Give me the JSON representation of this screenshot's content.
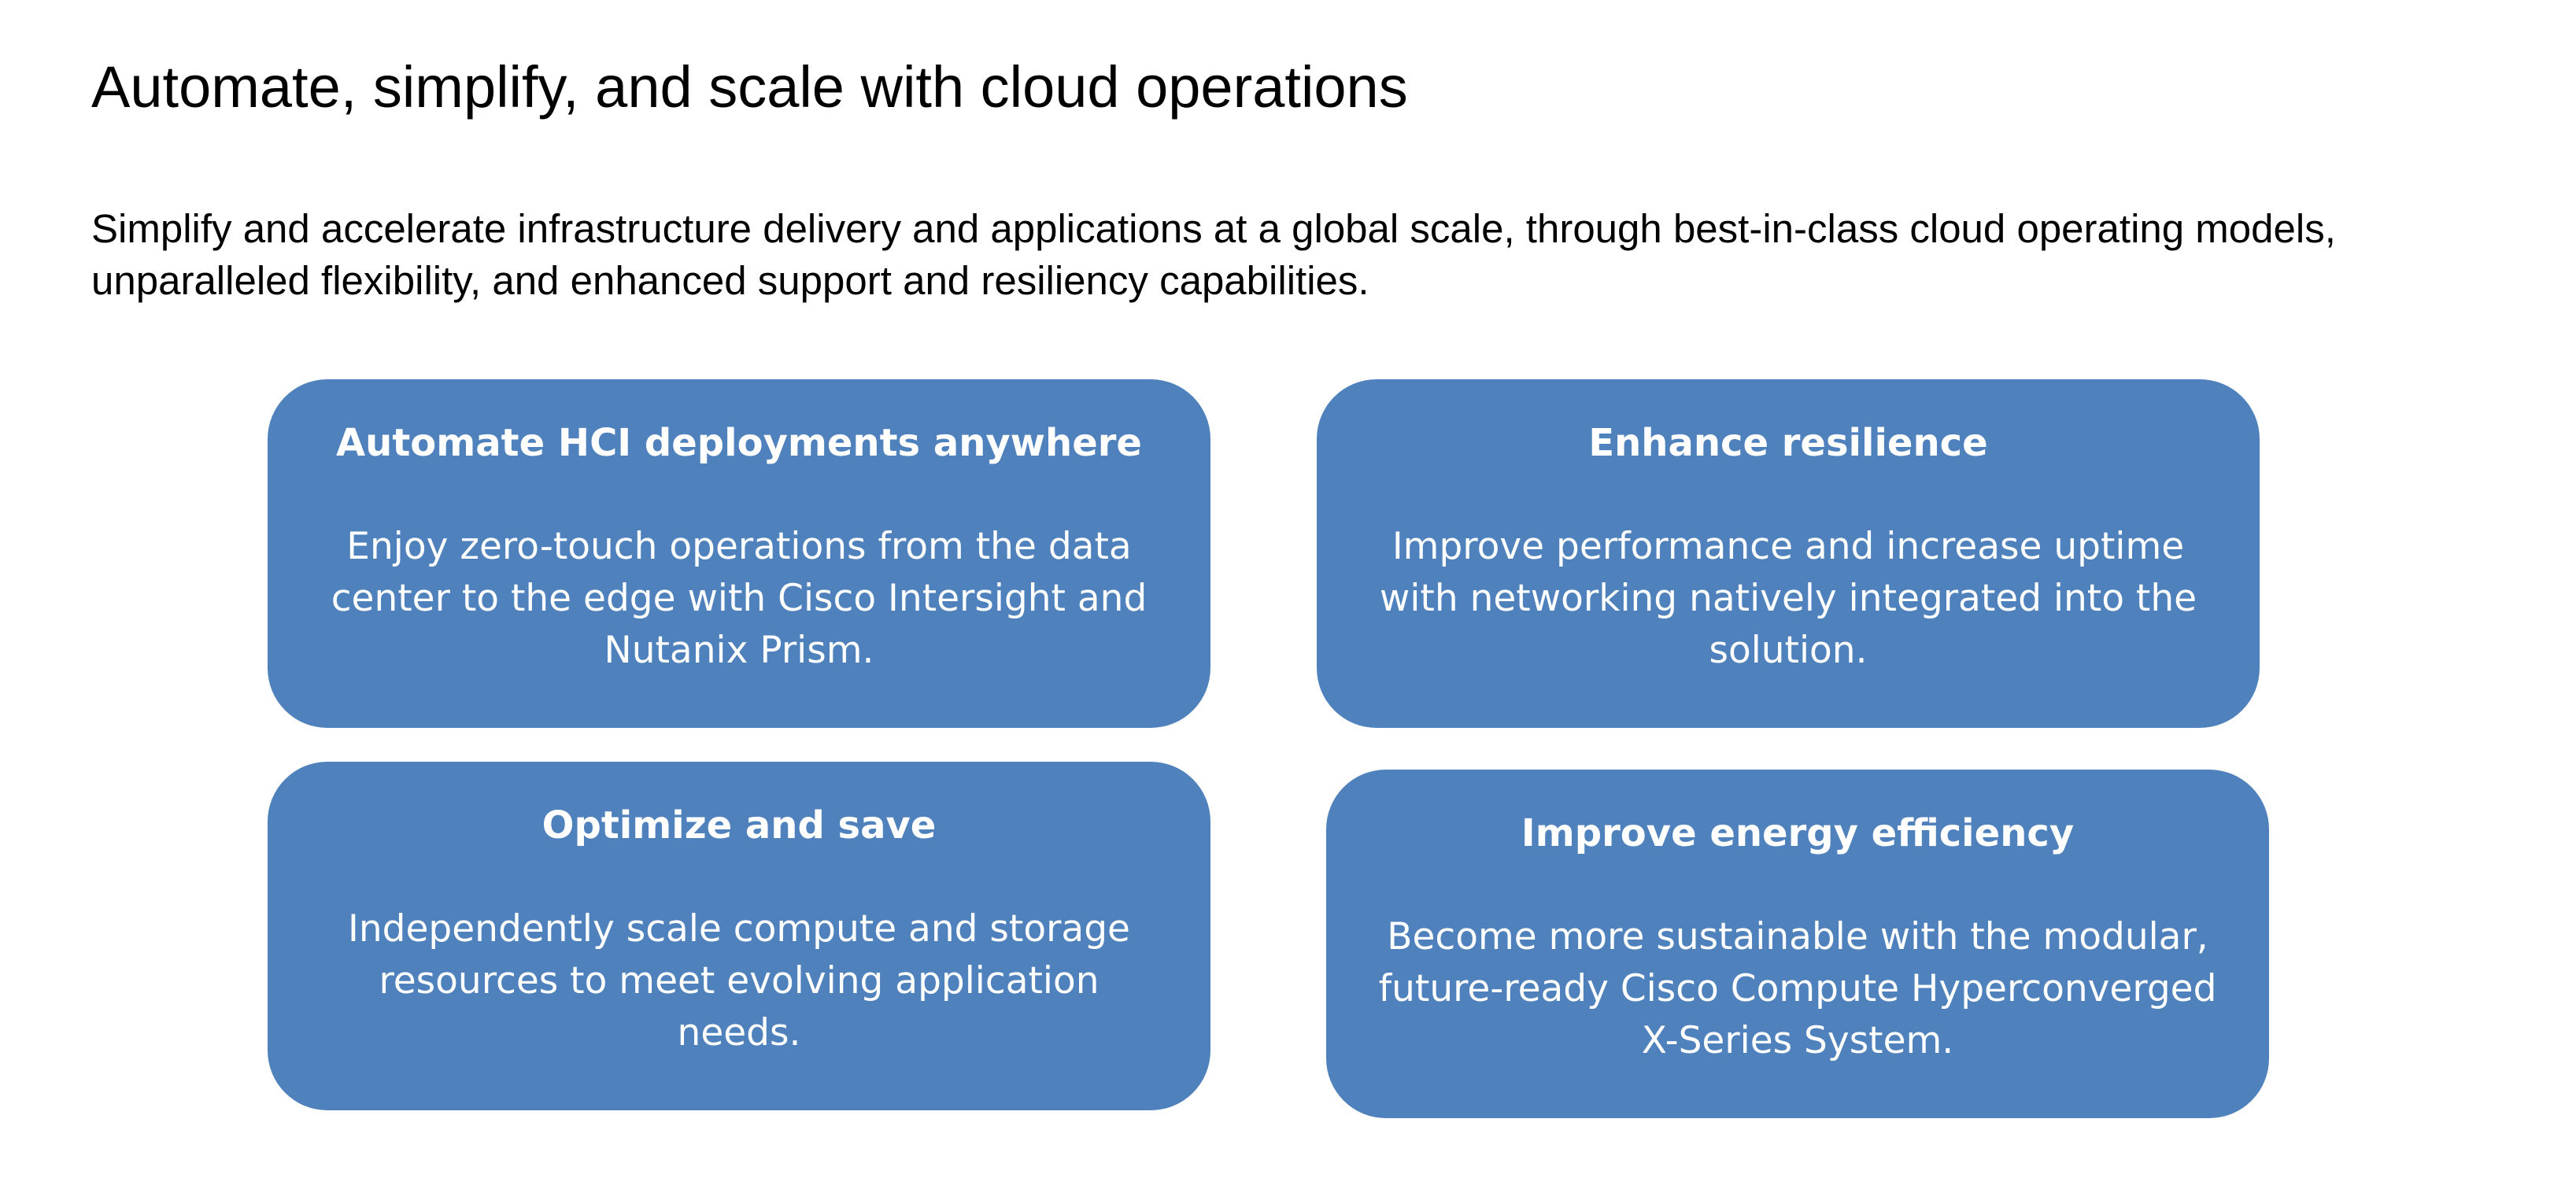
{
  "page": {
    "title": "Automate, simplify, and scale with cloud operations",
    "intro": "Simplify and accelerate infrastructure delivery and applications at a global scale, through best-in-class cloud operating models, unparalleled flexibility, and enhanced support and resiliency capabilities."
  },
  "colors": {
    "card_background": "#4f81bd",
    "card_text": "#ffffff",
    "page_text": "#000000",
    "page_background": "#ffffff"
  },
  "cards": [
    {
      "title": "Automate HCI deployments anywhere",
      "description": "Enjoy zero-touch operations from the data center to the edge with Cisco Intersight and Nutanix Prism."
    },
    {
      "title": "Enhance resilience",
      "description": "Improve performance and increase uptime with networking natively integrated into the solution."
    },
    {
      "title": "Optimize and save",
      "description": "Independently scale compute and storage resources to meet evolving application needs."
    },
    {
      "title": "Improve energy efficiency",
      "description": "Become more sustainable with the modular, future-ready Cisco Compute Hyperconverged X-Series System."
    }
  ]
}
